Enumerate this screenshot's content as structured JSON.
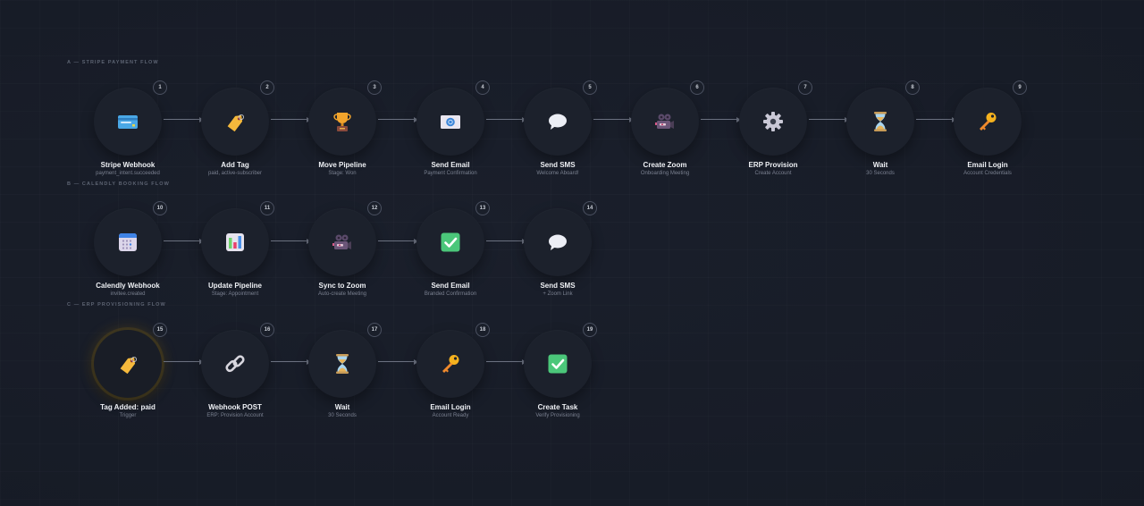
{
  "sections": [
    {
      "label": "A — STRIPE PAYMENT FLOW",
      "nodes": [
        {
          "number": "1",
          "title": "Stripe Webhook",
          "subtitle": "payment_intent.succeeded",
          "icon": "credit-card-icon"
        },
        {
          "number": "2",
          "title": "Add Tag",
          "subtitle": "paid, active-subscriber",
          "icon": "tag-icon"
        },
        {
          "number": "3",
          "title": "Move Pipeline",
          "subtitle": "Stage: Won",
          "icon": "trophy-icon"
        },
        {
          "number": "4",
          "title": "Send Email",
          "subtitle": "Payment Confirmation",
          "icon": "email-icon"
        },
        {
          "number": "5",
          "title": "Send SMS",
          "subtitle": "Welcome Aboard!",
          "icon": "speech-bubble-icon"
        },
        {
          "number": "6",
          "title": "Create Zoom",
          "subtitle": "Onboarding Meeting",
          "icon": "video-camera-icon"
        },
        {
          "number": "7",
          "title": "ERP Provision",
          "subtitle": "Create Account",
          "icon": "gear-icon"
        },
        {
          "number": "8",
          "title": "Wait",
          "subtitle": "30 Seconds",
          "icon": "hourglass-icon"
        },
        {
          "number": "9",
          "title": "Email Login",
          "subtitle": "Account Credentials",
          "icon": "key-icon"
        }
      ]
    },
    {
      "label": "B — CALENDLY BOOKING FLOW",
      "nodes": [
        {
          "number": "10",
          "title": "Calendly Webhook",
          "subtitle": "invitee.created",
          "icon": "calendar-icon"
        },
        {
          "number": "11",
          "title": "Update Pipeline",
          "subtitle": "Stage: Appointment",
          "icon": "bar-chart-icon"
        },
        {
          "number": "12",
          "title": "Sync to Zoom",
          "subtitle": "Auto-create Meeting",
          "icon": "video-camera-icon"
        },
        {
          "number": "13",
          "title": "Send Email",
          "subtitle": "Branded Confirmation",
          "icon": "check-box-icon"
        },
        {
          "number": "14",
          "title": "Send SMS",
          "subtitle": "+ Zoom Link",
          "icon": "speech-bubble-icon"
        }
      ]
    },
    {
      "label": "C — ERP PROVISIONING FLOW",
      "nodes": [
        {
          "number": "15",
          "title": "Tag Added: paid",
          "subtitle": "Trigger",
          "icon": "tag-icon",
          "highlight": true
        },
        {
          "number": "16",
          "title": "Webhook POST",
          "subtitle": "ERP: Provision Account",
          "icon": "link-icon"
        },
        {
          "number": "17",
          "title": "Wait",
          "subtitle": "30 Seconds",
          "icon": "hourglass-icon"
        },
        {
          "number": "18",
          "title": "Email Login",
          "subtitle": "Account Ready",
          "icon": "key-icon"
        },
        {
          "number": "19",
          "title": "Create Task",
          "subtitle": "Verify Provisioning",
          "icon": "check-box-icon"
        }
      ]
    }
  ],
  "colors": {
    "background": "#1a1f2b",
    "node": "#1c212c",
    "trigger_glow": "#a07814",
    "arrow": "#6b7180",
    "title": "#eef0f4",
    "subtitle": "#7a8090",
    "section_label": "#5d6473"
  }
}
